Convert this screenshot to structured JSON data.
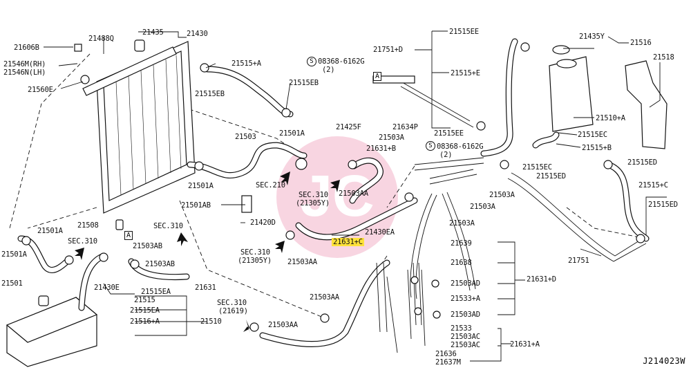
{
  "diagram_code": "J214023W",
  "highlighted_part": "21631+C",
  "labels": {
    "l21606B": "21606B",
    "l21488Q": "21488Q",
    "l21435": "21435",
    "l21430": "21430",
    "l21546M": "21546M(RH)",
    "l21546N": "21546N(LH)",
    "l21560E": "21560E",
    "l21515A_top": "21515+A",
    "l21515EB_a": "21515EB",
    "l21515EB_b": "21515EB",
    "l08368_a": "08368-6162G",
    "l08368_a2": "(2)",
    "l21751D": "21751+D",
    "l21515EE_top": "21515EE",
    "l21515E": "21515+E",
    "l21515EE_bot": "21515EE",
    "l21435Y": "21435Y",
    "l21516": "21516",
    "l21518": "21518",
    "l21510A": "21510+A",
    "l21515EC_a": "21515EC",
    "l21515B": "21515+B",
    "l21515EC_b": "21515EC",
    "l21515ED_a": "21515ED",
    "l21515ED_b": "21515ED",
    "l21515C": "21515+C",
    "l21515ED_c": "21515ED",
    "l21751": "21751",
    "l21503": "21503",
    "l21501A_a": "21501A",
    "l21425F": "21425F",
    "l21634P": "21634P",
    "l21503A_a": "21503A",
    "l21631B": "21631+B",
    "l08368_b": "08368-6162G",
    "l08368_b2": "(2)",
    "l21503A_b": "21503A",
    "l21503A_c": "21503A",
    "l21503A_d": "21503A",
    "l21501A_b": "21501A",
    "lsec210": "SEC.210",
    "lsec310_a": "SEC.310",
    "lsec310_a2": "(21305Y)",
    "l21503AA_a": "21503AA",
    "l21501AB": "21501AB",
    "l21420D": "21420D",
    "l21430EA": "21430EA",
    "l21631C": "21631+C",
    "lsec310_b": "SEC.310",
    "lsec310_b2": "(21305Y)",
    "l21503AA_b": "21503AA",
    "l21508": "21508",
    "l21501A_c": "21501A",
    "l21501A_d": "21501A",
    "lsec310_c": "SEC.310",
    "lsec310_d": "SEC.310",
    "l21503AB_a": "21503AB",
    "l21503AB_b": "21503AB",
    "l21501": "21501",
    "l21430E": "21430E",
    "l21515EA_a": "21515EA",
    "l21631": "21631",
    "l21515": "21515",
    "l21515EA_b": "21515EA",
    "l21516A": "21516+A",
    "l21510": "21510",
    "lsec310_e": "SEC.310",
    "lsec310_e2": "(21619)",
    "l21503AA_c": "21503AA",
    "l21503AA_d": "21503AA",
    "l21639": "21639",
    "l21638": "21638",
    "l21503AD_a": "21503AD",
    "l21631D": "21631+D",
    "l21533A": "21533+A",
    "l21503AD_b": "21503AD",
    "l21533": "21533",
    "l21503AC_a": "21503AC",
    "l21503AC_b": "21503AC",
    "l21631A": "21631+A",
    "l21636": "21636",
    "l21637M": "21637M",
    "boxA": "A",
    "circS": "S"
  }
}
